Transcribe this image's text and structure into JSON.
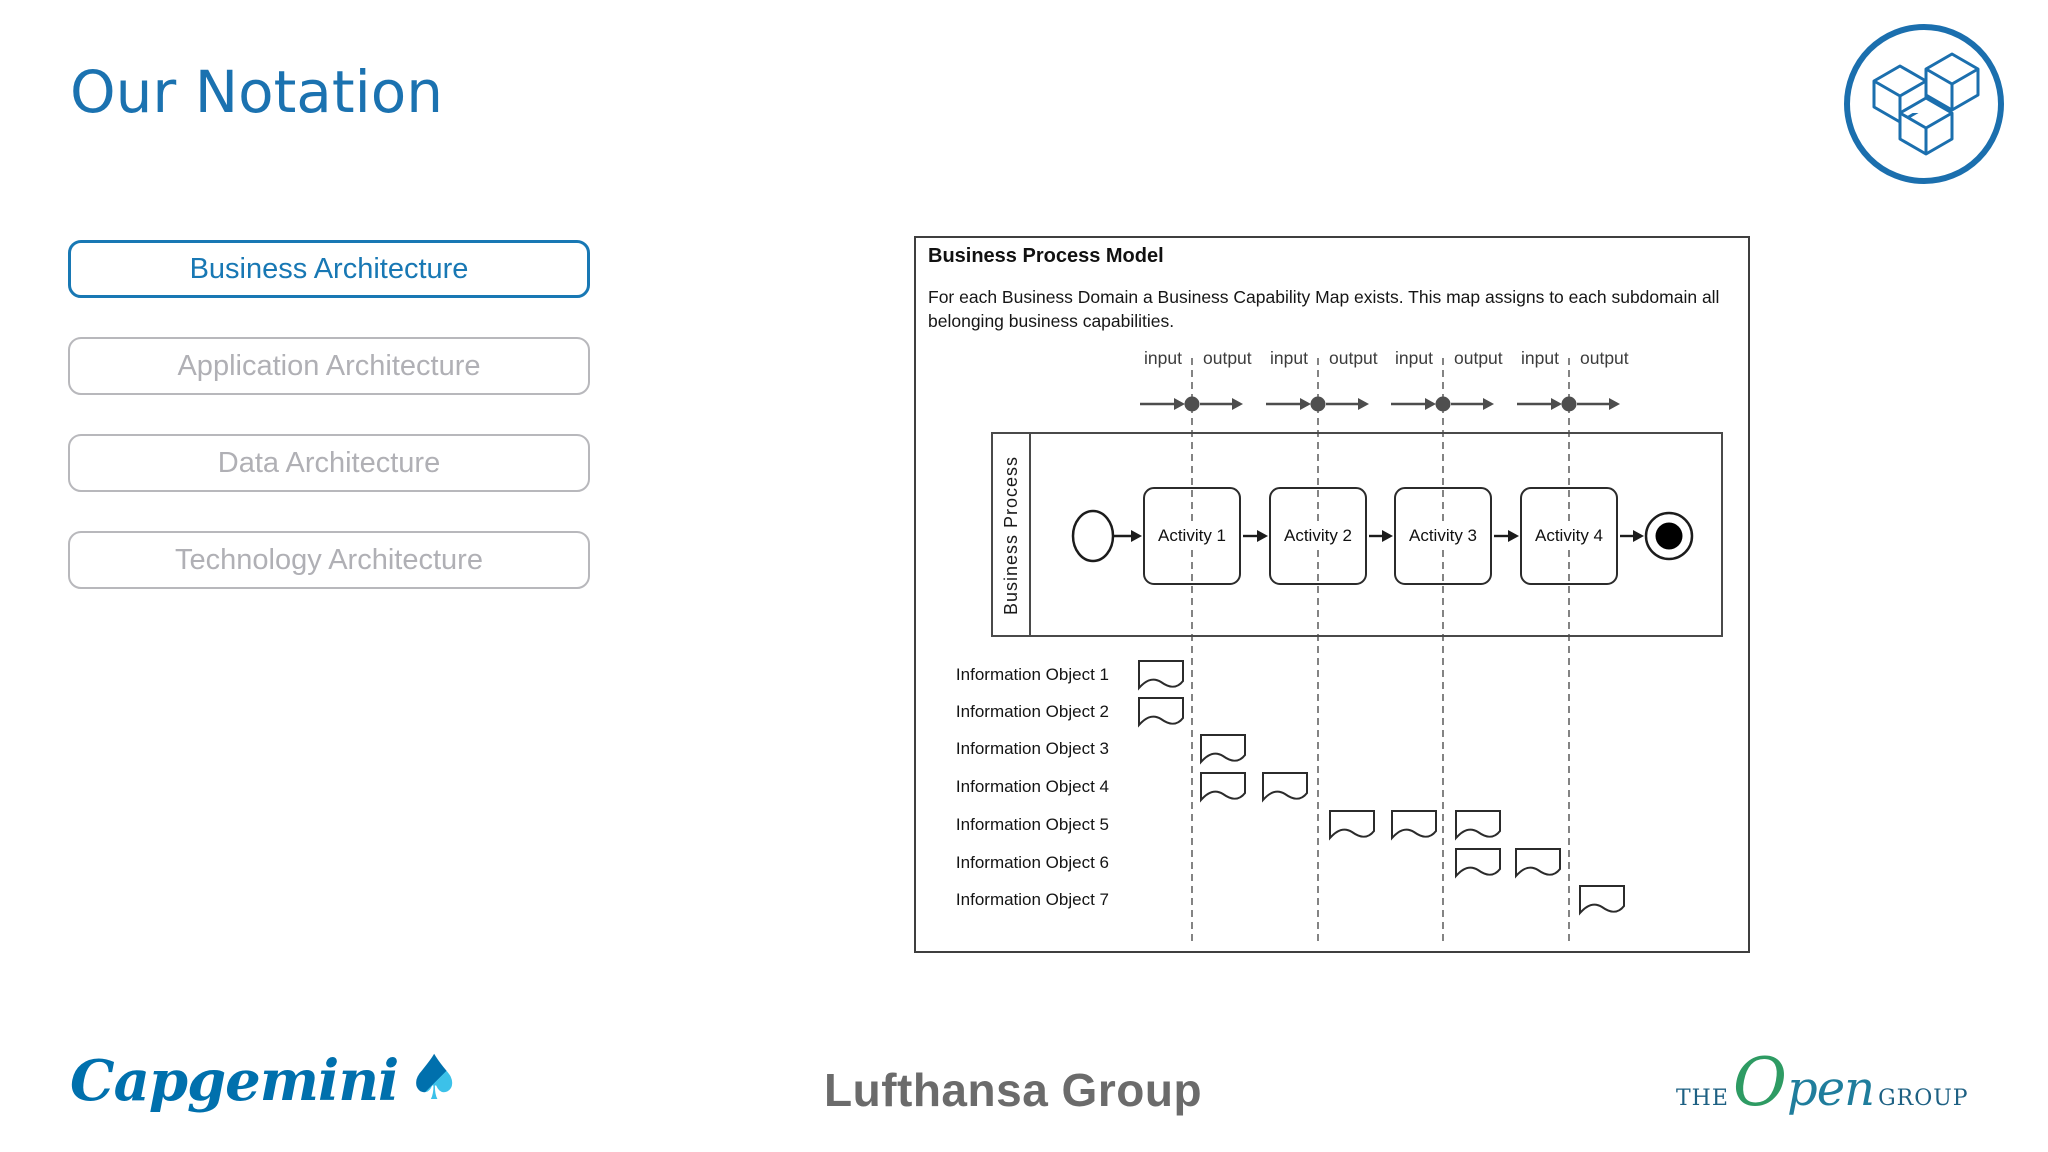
{
  "title": "Our Notation",
  "nav": {
    "items": [
      {
        "label": "Business Architecture",
        "active": true
      },
      {
        "label": "Application Architecture",
        "active": false
      },
      {
        "label": "Data Architecture",
        "active": false
      },
      {
        "label": "Technology Architecture",
        "active": false
      }
    ]
  },
  "diagram": {
    "title": "Business Process Model",
    "description": "For each Business Domain a Business Capability Map exists. This map assigns to each subdomain all belonging business capabilities.",
    "lane_label": "Business Process",
    "io": {
      "input_label": "input",
      "output_label": "output",
      "pair_count": 4
    },
    "activities": [
      "Activity 1",
      "Activity 2",
      "Activity 3",
      "Activity 4"
    ],
    "info_objects": [
      {
        "label": "Information Object 1",
        "docs": [
          223
        ]
      },
      {
        "label": "Information Object 2",
        "docs": [
          223
        ]
      },
      {
        "label": "Information Object 3",
        "docs": [
          285
        ]
      },
      {
        "label": "Information Object 4",
        "docs": [
          285,
          347
        ]
      },
      {
        "label": "Information Object 5",
        "docs": [
          414,
          476,
          540
        ]
      },
      {
        "label": "Information Object 6",
        "docs": [
          540,
          600
        ]
      },
      {
        "label": "Information Object 7",
        "docs": [
          664
        ]
      }
    ]
  },
  "footer": {
    "capgemini": "Capgemini",
    "capgemini_spade_icon": "spade-icon",
    "lufthansa": "Lufthansa Group",
    "opengroup": {
      "the": "THE",
      "open_o": "O",
      "open_rest": "pen",
      "group": "GROUP"
    }
  },
  "logo": {
    "cubes_icon": "cubes-in-circle-icon"
  },
  "colors": {
    "title_blue": "#1B72B0",
    "active_blue": "#1878B4",
    "inactive_gray": "#B0B0B5",
    "diagram_line": "#4d4d4d",
    "capgemini_blue": "#0070AD",
    "capgemini_light_blue": "#3CC1E9",
    "lufthansa_gray": "#6B6B6B",
    "opengroup_teal": "#1D6083",
    "opengroup_green": "#2E9B63"
  }
}
